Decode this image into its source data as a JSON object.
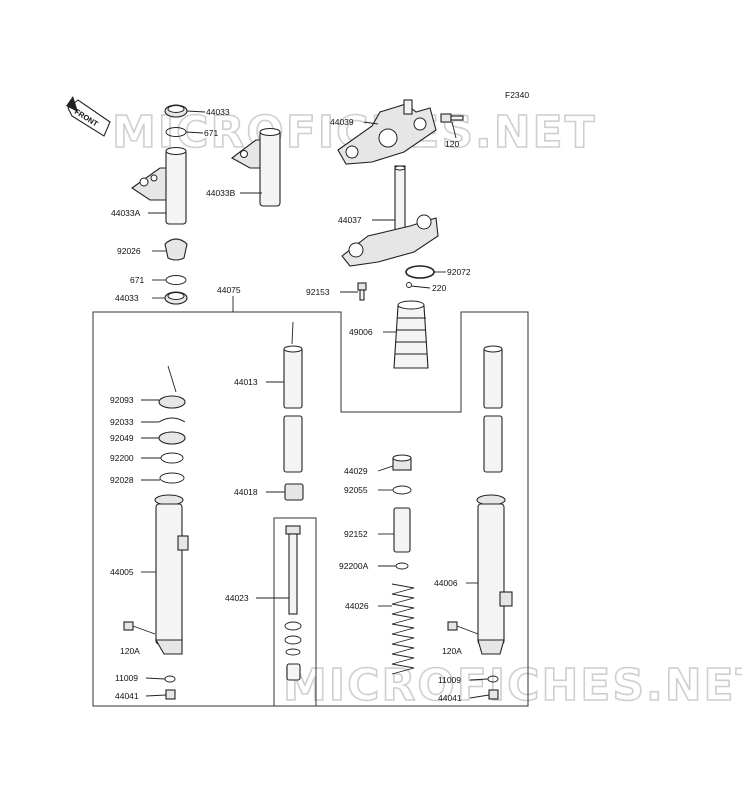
{
  "diagram_code": "F2340",
  "front_label": "FRONT",
  "watermark": "MICROFICHES.NET",
  "labels": {
    "l44033_top": "44033",
    "l671_top": "671",
    "l44033B": "44033B",
    "l44033A": "44033A",
    "l92026": "92026",
    "l671_bot": "671",
    "l44033_bot": "44033",
    "l44039": "44039",
    "l120": "120",
    "l44037": "44037",
    "l92072": "92072",
    "l220": "220",
    "l92153": "92153",
    "l49006": "49006",
    "l44075": "44075",
    "l44013": "44013",
    "l44018": "44018",
    "l92093": "92093",
    "l92033": "92033",
    "l92049": "92049",
    "l92200": "92200",
    "l92028": "92028",
    "l44005": "44005",
    "l120A_left": "120A",
    "l11009_left": "11009",
    "l44041_left": "44041",
    "l44023": "44023",
    "l44029": "44029",
    "l92055": "92055",
    "l92152": "92152",
    "l92200A": "92200A",
    "l44026": "44026",
    "l44006": "44006",
    "l120A_right": "120A",
    "l11009_right": "11009",
    "l44041_right": "44041"
  }
}
